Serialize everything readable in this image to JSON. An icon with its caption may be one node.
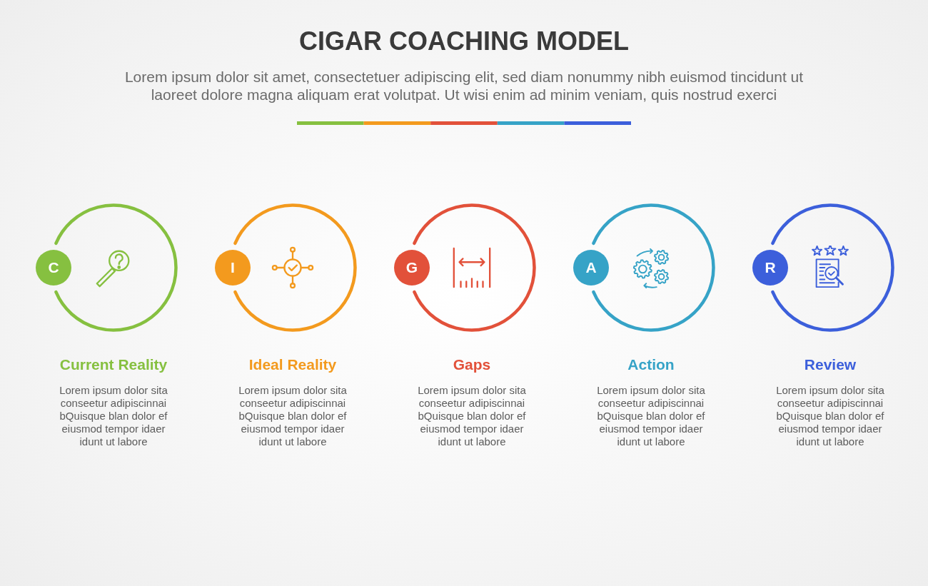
{
  "diagram": {
    "title": "CIGAR COACHING MODEL",
    "nodes": [
      {
        "text": [
          "C"
        ]
      },
      {
        "text": [],
        "shape": "circle",
        "beside": [
          "Current Reality",
          "Lorem ipsum dolor sita conseetur adipiscinnai bQuisque blan dolor ef eiusmod tempor idaer idunt ut labore"
        ]
      },
      {
        "text": [
          "I"
        ]
      },
      {
        "text": [],
        "shape": "circle",
        "beside": [
          "Ideal Reality",
          "Lorem ipsum dolor sita conseetur adipiscinnai bQuisque blan dolor ef eiusmod tempor idaer idunt ut labore"
        ]
      },
      {
        "text": [
          "G"
        ]
      },
      {
        "text": [],
        "shape": "circle",
        "beside": [
          "Gaps",
          "Lorem ipsum dolor sita conseetur adipiscinnai bQuisque blan dolor ef eiusmod tempor idaer idunt ut labore"
        ]
      },
      {
        "text": [
          "A"
        ]
      },
      {
        "text": [],
        "shape": "circle",
        "beside": [
          "Action",
          "Lorem ipsum dolor sita conseetur adipiscinnai bQuisque blan dolor ef eiusmod tempor idaer idunt ut labore"
        ]
      },
      {
        "text": [
          "R"
        ]
      },
      {
        "text": [],
        "shape": "circle",
        "beside": [
          "Review",
          "Lorem ipsum dolor sita conseetur adipiscinnai bQuisque blan dolor ef eiusmod tempor idaer idunt ut labore"
        ]
      }
    ],
    "labels": [
      "Lorem ipsum dolor sit amet, consectetuer adipiscing elit, sed diam nonummy nibh euismod tincidunt ut laoreet dolore magna aliquam erat volutpat. Ut wisi enim ad minim veniam, quis nostrud exerci"
    ]
  }
}
